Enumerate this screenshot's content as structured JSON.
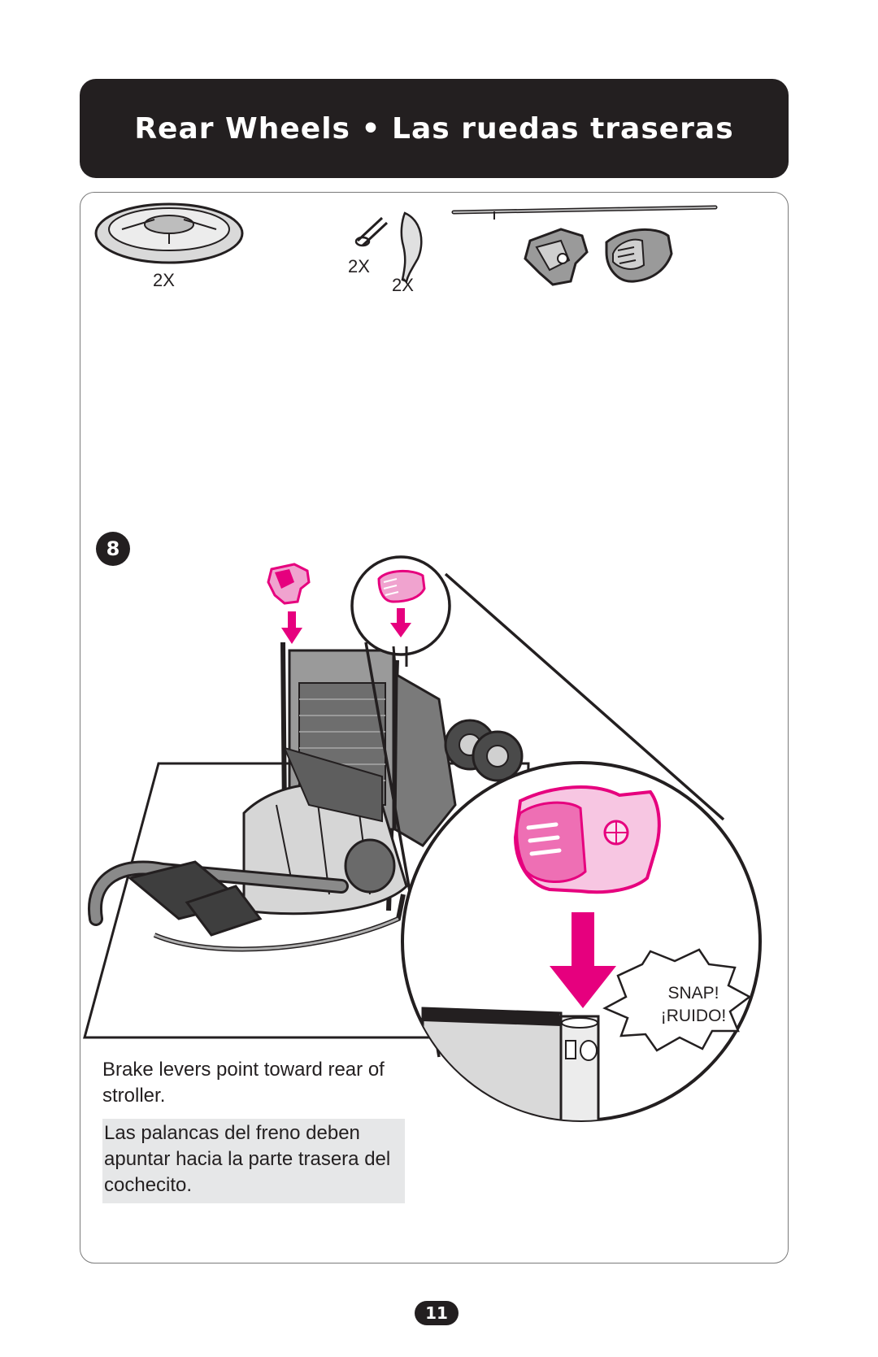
{
  "header": {
    "title": "Rear Wheels • Las ruedas traseras"
  },
  "parts": {
    "wheel_qty": "2X",
    "pin_qty": "2X",
    "cap_qty": "2X"
  },
  "step": {
    "number": "8"
  },
  "captions": {
    "english": "Brake levers point toward rear of stroller.",
    "spanish": "Las palancas del freno deben apuntar hacia la parte trasera del cochecito."
  },
  "callout": {
    "snap_en": "SNAP!",
    "snap_es": "¡RUIDO!"
  },
  "footer": {
    "page_number": "11"
  },
  "colors": {
    "accent": "#e6007e",
    "dark": "#231f20",
    "caption_bg": "#e6e7e8"
  }
}
